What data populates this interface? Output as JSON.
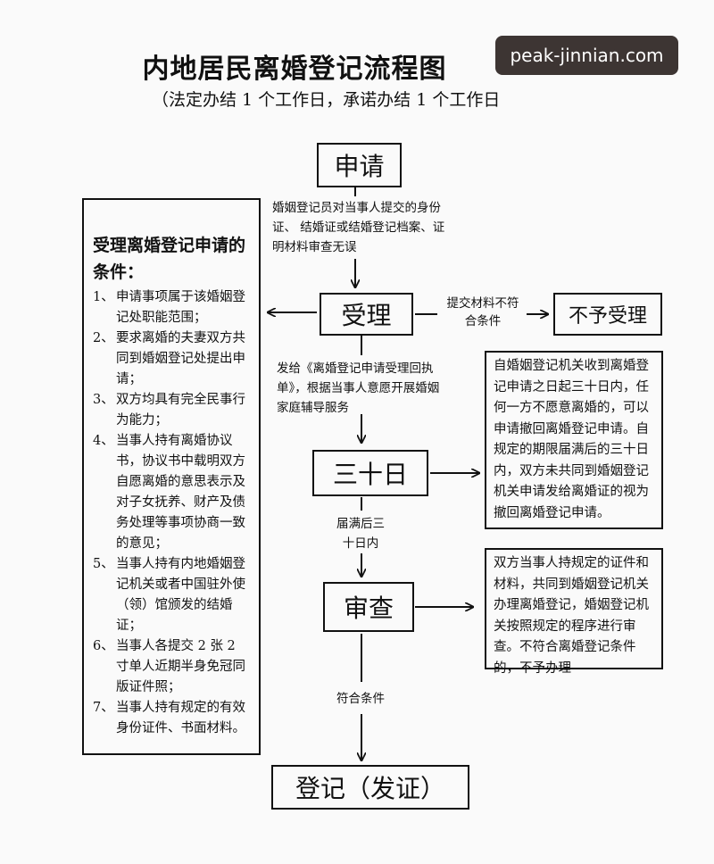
{
  "header": {
    "title": "内地居民离婚登记流程图",
    "subtitle": "（法定办结 1 个工作日，承诺办结 1 个工作日",
    "watermark": "peak-jinnian.com"
  },
  "steps": {
    "apply": "申请",
    "accept": "受理",
    "reject": "不予受理",
    "thirty_days": "三十日",
    "review": "审查",
    "register": "登记（发证）"
  },
  "edge_labels": {
    "apply_to_accept": "婚姻登记员对当事人提交的身份证、 结婚证或结婚登记档案、证明材料审查无误",
    "accept_to_reject": "提交材料不符合条件",
    "accept_to_thirty": "发给《离婚登记申请受理回执单》，根据当事人意愿开展婚姻家庭辅导服务",
    "thirty_to_review": "届满后三十日内",
    "review_to_register": "符合条件"
  },
  "conditions": {
    "title": "受理离婚登记申请的条件：",
    "items": [
      {
        "num": "1、",
        "text": "申请事项属于该婚姻登记处职能范围；"
      },
      {
        "num": "2、",
        "text": "要求离婚的夫妻双方共同到婚姻登记处提出申请；"
      },
      {
        "num": "3、",
        "text": "双方均具有完全民事行为能力；"
      },
      {
        "num": "4、",
        "text": "当事人持有离婚协议书，协议书中载明双方自愿离婚的意思表示及对子女抚养、财产及债务处理等事项协商一致的意见；"
      },
      {
        "num": "5、",
        "text": "当事人持有内地婚姻登记机关或者中国驻外使（领）馆颁发的结婚证；"
      },
      {
        "num": "6、",
        "text": "当事人各提交 2 张 2 寸单人近期半身免冠同版证件照；"
      },
      {
        "num": "7、",
        "text": "当事人持有规定的有效身份证件、书面材料。"
      }
    ]
  },
  "info": {
    "thirty_days_note": "自婚姻登记机关收到离婚登记申请之日起三十日内，任何一方不愿意离婚的，可以申请撤回离婚登记申请。自规定的期限届满后的三十日内，双方未共同到婚姻登记机关申请发给离婚证的视为撤回离婚登记申请。",
    "review_note": "双方当事人持规定的证件和材料，共同到婚姻登记机关办理离婚登记，婚姻登记机关按照规定的程序进行审查。不符合离婚登记条件的，不予办理"
  }
}
